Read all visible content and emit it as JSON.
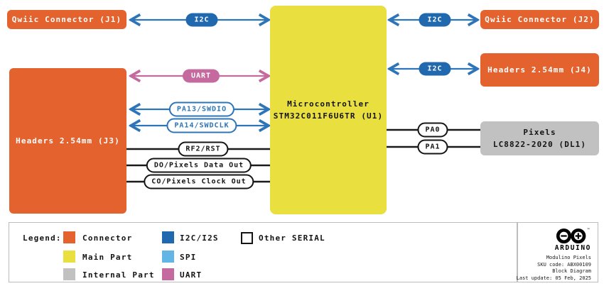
{
  "blocks": {
    "j1": {
      "label": "Qwiic Connector (J1)"
    },
    "j2": {
      "label": "Qwiic Connector (J2)"
    },
    "j3": {
      "label": "Headers 2.54mm (J3)"
    },
    "j4": {
      "label": "Headers 2.54mm (J4)"
    },
    "u1": {
      "line1": "Microcontroller",
      "line2": "STM32C011F6U6TR (U1)"
    },
    "dl1": {
      "line1": "Pixels",
      "line2": "LC8822-2020 (DL1)"
    }
  },
  "connections": {
    "i2c_j1": {
      "label": "I2C"
    },
    "i2c_j2": {
      "label": "I2C"
    },
    "i2c_j4": {
      "label": "I2C"
    },
    "uart_j3": {
      "label": "UART"
    },
    "pa13": {
      "label": "PA13/SWDIO"
    },
    "pa14": {
      "label": "PA14/SWDCLK"
    },
    "rf2": {
      "label": "RF2/RST"
    },
    "pixels_data": {
      "label": "DO/Pixels Data Out"
    },
    "pixels_clock": {
      "label": "CO/Pixels Clock Out"
    },
    "pa0": {
      "label": "PA0"
    },
    "pa1": {
      "label": "PA1"
    }
  },
  "legend": {
    "title": "Legend:",
    "items": [
      {
        "label": "Connector",
        "color": "#E4622E"
      },
      {
        "label": "Main Part",
        "color": "#E9DF3F"
      },
      {
        "label": "Internal Part",
        "color": "#C1C1C1"
      },
      {
        "label": "I2C/I2S",
        "color": "#2169AE"
      },
      {
        "label": "SPI",
        "color": "#62B5E5"
      },
      {
        "label": "UART",
        "color": "#C46A9F"
      },
      {
        "label": "Other SERIAL",
        "color": "#FFFFFF"
      }
    ]
  },
  "footer": {
    "brand": "ARDUINO",
    "product": "Modulino Pixels",
    "sku": "SKU code: ABX00109",
    "doc_type": "Block Diagram",
    "last_update": "Last update: 05 Feb, 2025"
  },
  "colors": {
    "connector": "#E4622E",
    "main_part": "#E9DF3F",
    "internal_part": "#C1C1C1",
    "i2c_bus": "#2169AE",
    "arrow_blue": "#2E74B8",
    "spi": "#62B5E5",
    "uart": "#C46A9F",
    "wire_black": "#1a1a1a"
  }
}
